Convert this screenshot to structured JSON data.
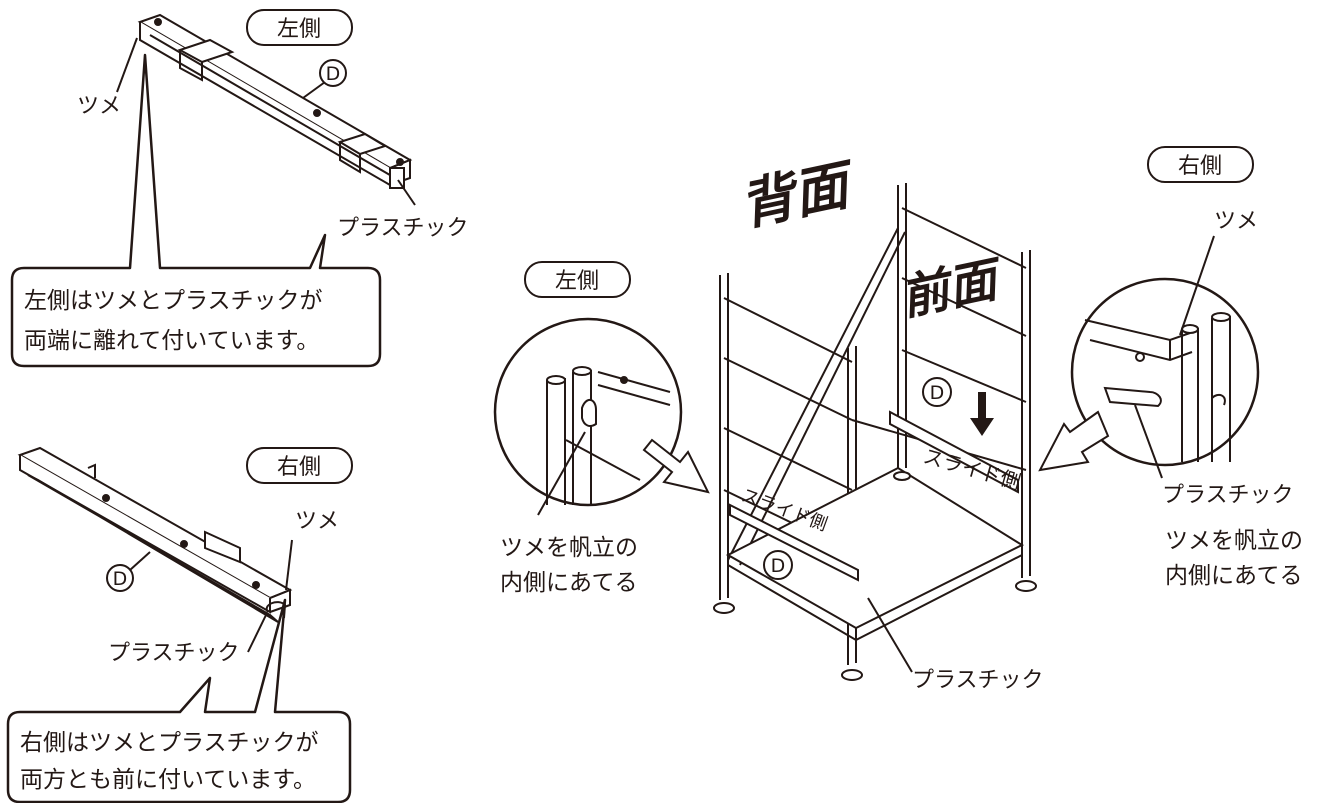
{
  "top_left": {
    "side_tag": "左側",
    "part_letter": "D",
    "claw_label": "ツメ",
    "plastic_label": "プラスチック",
    "callout_line1": "左側はツメとプラスチックが",
    "callout_line2": "両端に離れて付いています。"
  },
  "bottom_left": {
    "side_tag": "右側",
    "part_letter": "D",
    "claw_label": "ツメ",
    "plastic_label": "プラスチック",
    "callout_line1": "右側はツメとプラスチックが",
    "callout_line2": "両方とも前に付いています。"
  },
  "center": {
    "back_label": "背面",
    "front_label": "前面",
    "left_tag": "左側",
    "right_tag": "右側",
    "slide_side_front": "スライド側",
    "slide_side_left": "スライド側",
    "part_letter_front": "D",
    "part_letter_left": "D",
    "plastic_label": "プラスチック"
  },
  "left_detail": {
    "note_line1": "ツメを帆立の",
    "note_line2": "内側にあてる"
  },
  "right_detail": {
    "claw_label": "ツメ",
    "plastic_label": "プラスチック",
    "note_line1": "ツメを帆立の",
    "note_line2": "内側にあてる"
  }
}
